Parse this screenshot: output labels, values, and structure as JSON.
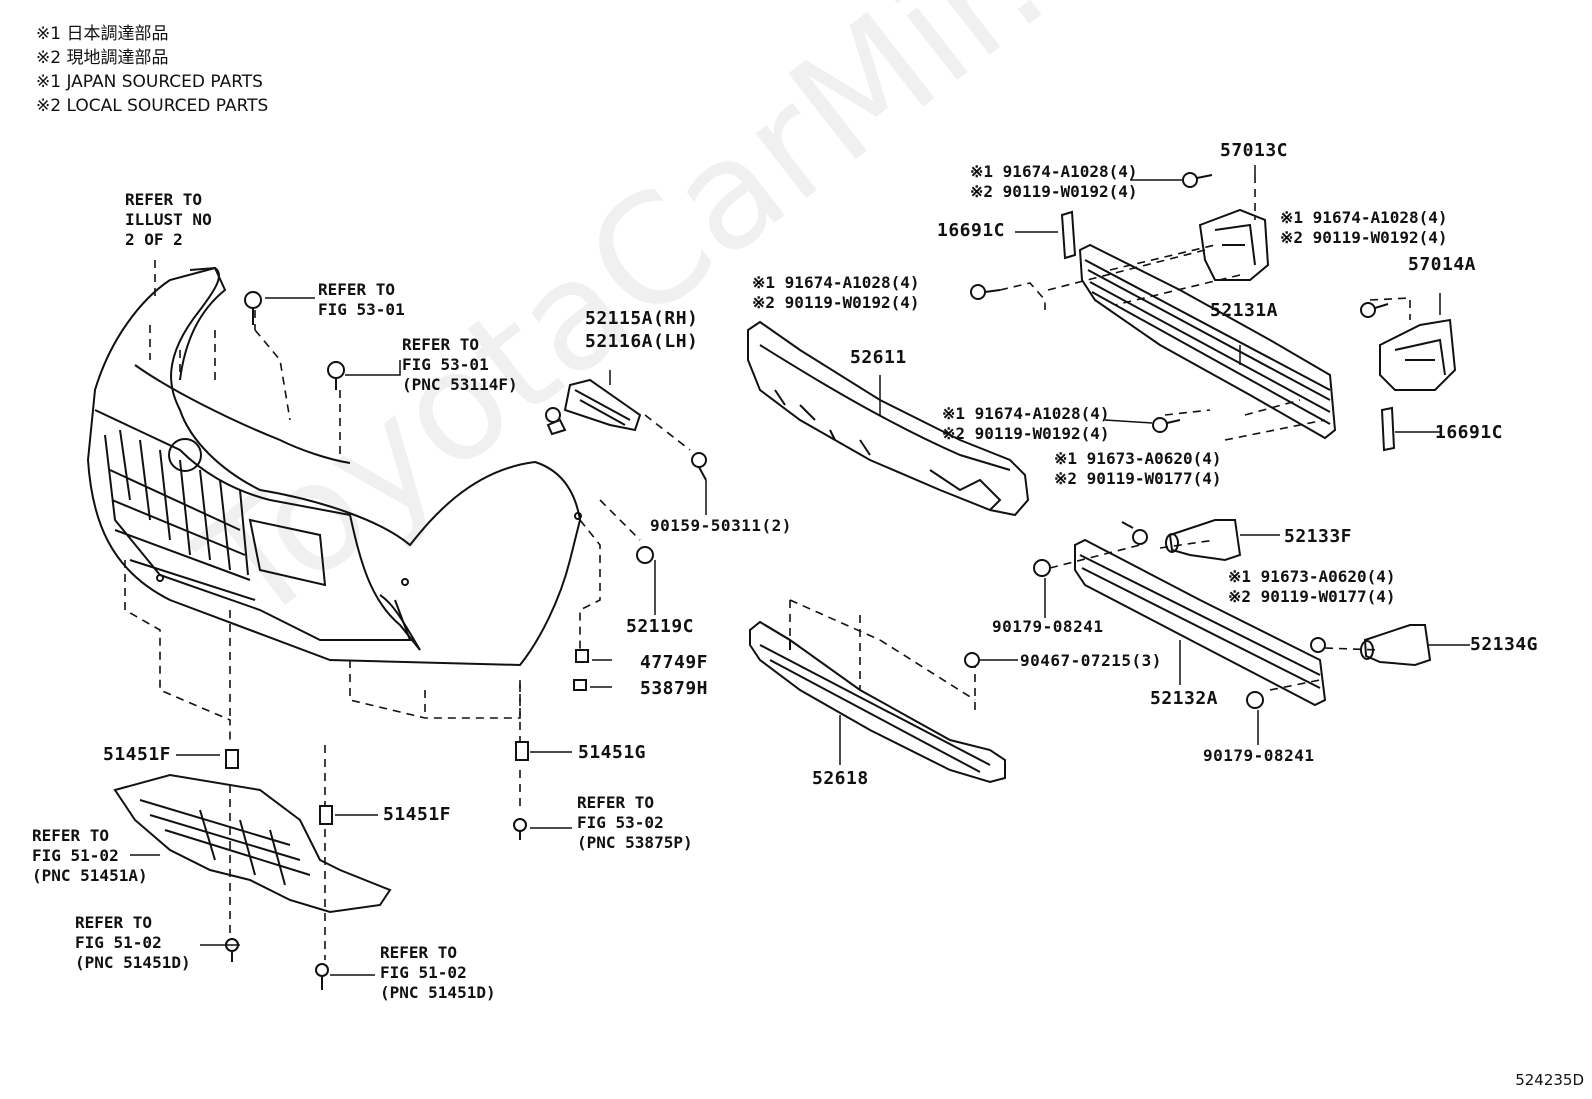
{
  "legend": [
    "※1 日本調達部品",
    "※2 現地調達部品",
    "※1 JAPAN SOURCED PARTS",
    "※2 LOCAL SOURCED PARTS"
  ],
  "watermark": "ToyotaCarMir.ru",
  "figure_number": "524235D",
  "notes": {
    "refer_illust": "REFER TO\nILLUST NO\n2 OF 2",
    "refer_53_01_a": "REFER TO\nFIG 53-01",
    "refer_53_01_b": "REFER TO\nFIG 53-01\n(PNC 53114F)",
    "refer_51_02_a": "REFER TO\nFIG 51-02\n(PNC 51451A)",
    "refer_51_02_b": "REFER TO\nFIG 51-02\n(PNC 51451D)",
    "refer_51_02_c": "REFER TO\nFIG 51-02\n(PNC 51451D)",
    "refer_53_02": "REFER TO\nFIG 53-02\n(PNC 53875P)",
    "pair_a": "※1 91674-A1028(4)\n※2 90119-W0192(4)",
    "pair_b": "※1 91674-A1028(4)\n※2 90119-W0192(4)",
    "pair_c": "※1 91674-A1028(4)\n※2 90119-W0192(4)",
    "pair_d": "※1 91674-A1028(4)\n※2 90119-W0192(4)",
    "pair_e": "※1 91673-A0620(4)\n※2 90119-W0177(4)",
    "pair_f": "※1 91673-A0620(4)\n※2 90119-W0177(4)"
  },
  "parts": {
    "p57013C": "57013C",
    "p16691C_a": "16691C",
    "p57014A": "57014A",
    "p52131A": "52131A",
    "p52115A": "52115A(RH)",
    "p52116A": "52116A(LH)",
    "p52611": "52611",
    "p16691C_b": "16691C",
    "p90159": "90159-50311(2)",
    "p52133F": "52133F",
    "p52119C": "52119C",
    "p90179_a": "90179-08241",
    "p47749F": "47749F",
    "p90467": "90467-07215(3)",
    "p52134G": "52134G",
    "p53879H": "53879H",
    "p52132A": "52132A",
    "p90179_b": "90179-08241",
    "p51451F_a": "51451F",
    "p51451G": "51451G",
    "p52618": "52618",
    "p51451F_b": "51451F"
  }
}
